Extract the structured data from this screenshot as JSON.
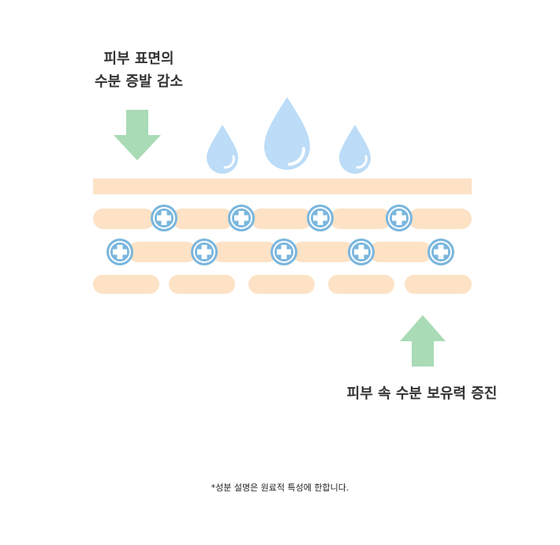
{
  "labels": {
    "top_line1": "피부 표면의",
    "top_line2": "수분 증발 감소",
    "bottom": "피부 속 수분 보유력 증진",
    "footnote": "*성분 설명은 원료적 특성에 한합니다."
  },
  "icons": {
    "down_arrow": "arrow-down-icon",
    "up_arrow": "arrow-up-icon",
    "droplet": "water-droplet-icon",
    "plus_bubble": "plus-circle-icon"
  },
  "colors": {
    "skin": "#fde2c6",
    "arrow": "#a9dbb6",
    "droplet": "#bcdcf7",
    "droplet_highlight": "#ffffff",
    "plus_ring": "#7ab6dd",
    "plus_fill": "#ffffff",
    "text": "#333333"
  }
}
